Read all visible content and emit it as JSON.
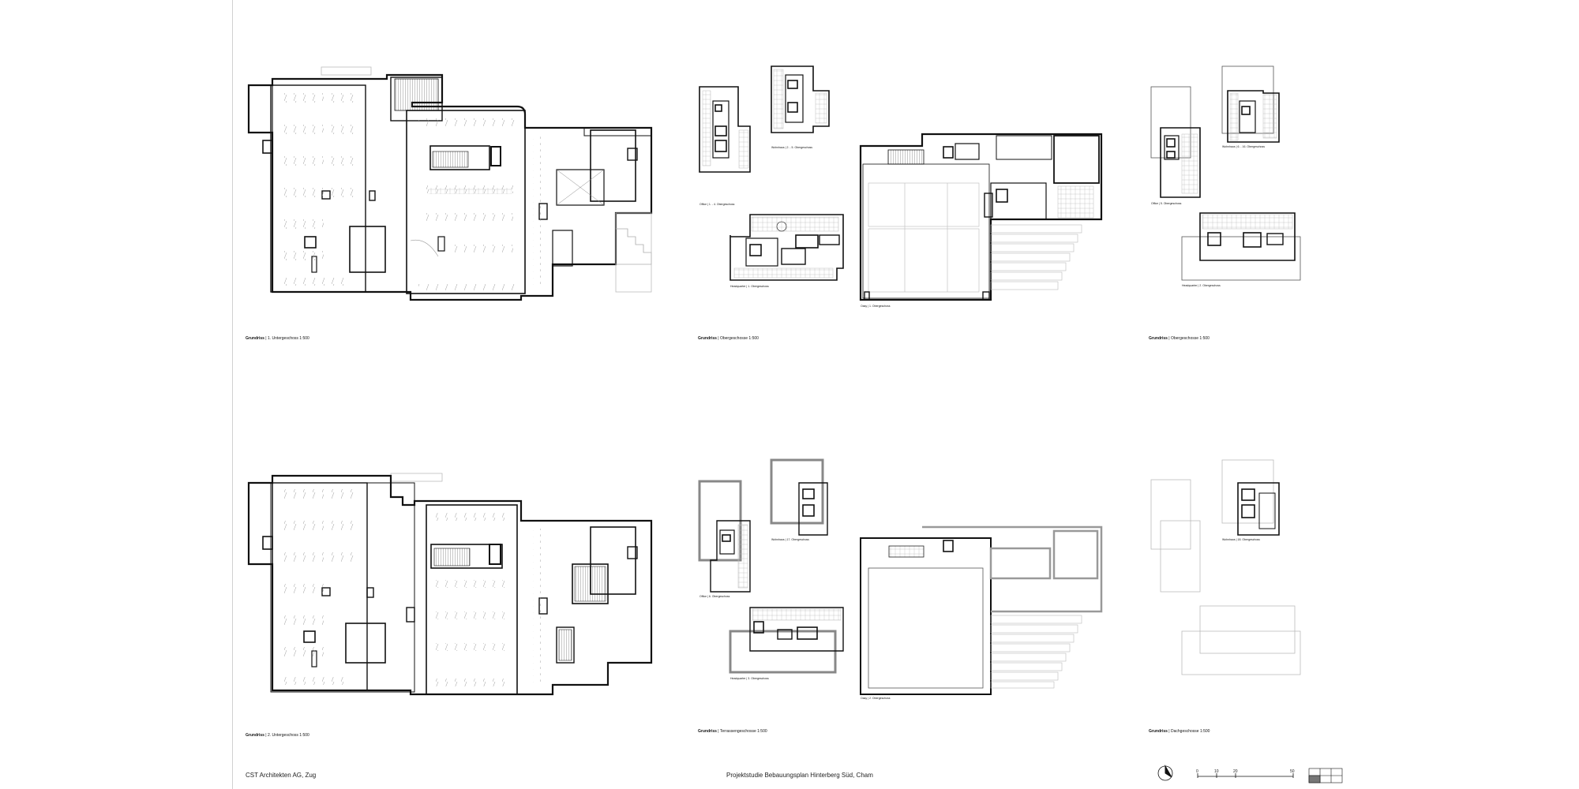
{
  "captions": {
    "ug1": {
      "title": "Grundriss",
      "detail": "| 1. Untergeschoss   1:500"
    },
    "og_a": {
      "title": "Grundriss",
      "detail": "| Obergeschosse   1:500"
    },
    "og_b": {
      "title": "Grundriss",
      "detail": "| Obergeschosse   1:500"
    },
    "ug2": {
      "title": "Grundriss",
      "detail": "| 2. Untergeschoss   1:500"
    },
    "terrasse": {
      "title": "Grundriss",
      "detail": "| Terrassengeschosse   1:500"
    },
    "dach": {
      "title": "Grundriss",
      "detail": "| Dachgeschosse   1:500"
    }
  },
  "sublabels": {
    "office_14": "Office | 1. - 4. Obergeschoss",
    "wohnhaus_25": "Wohnhaus | 2. - 5. Obergeschoss",
    "headquarter_1": "Headquarter | 1. Obergeschoss",
    "oasy_1": "Oasy | 1. Obergeschoss",
    "office_5": "Office | 5. Obergeschoss",
    "wohnhaus_616": "Wohnhaus | 6. - 16. Obergeschoss",
    "headquarter_2": "Headquarter | 2. Obergeschoss",
    "office_6": "Office | 6. Obergeschoss",
    "wohnhaus_17": "Wohnhaus | 17. Obergeschoss",
    "headquarter_3": "Headquarter | 3. Obergeschoss",
    "oasy_2": "Oasy | 2. Obergeschoss",
    "wohnhaus_18": "Wohnhaus | 18. Obergeschoss"
  },
  "footer": {
    "office": "CST Architekten AG, Zug",
    "project": "Projektstudie Bebauungsplan Hinterberg Süd, Cham"
  },
  "scale": {
    "ticks": [
      "0",
      "10",
      "20",
      "50"
    ]
  }
}
